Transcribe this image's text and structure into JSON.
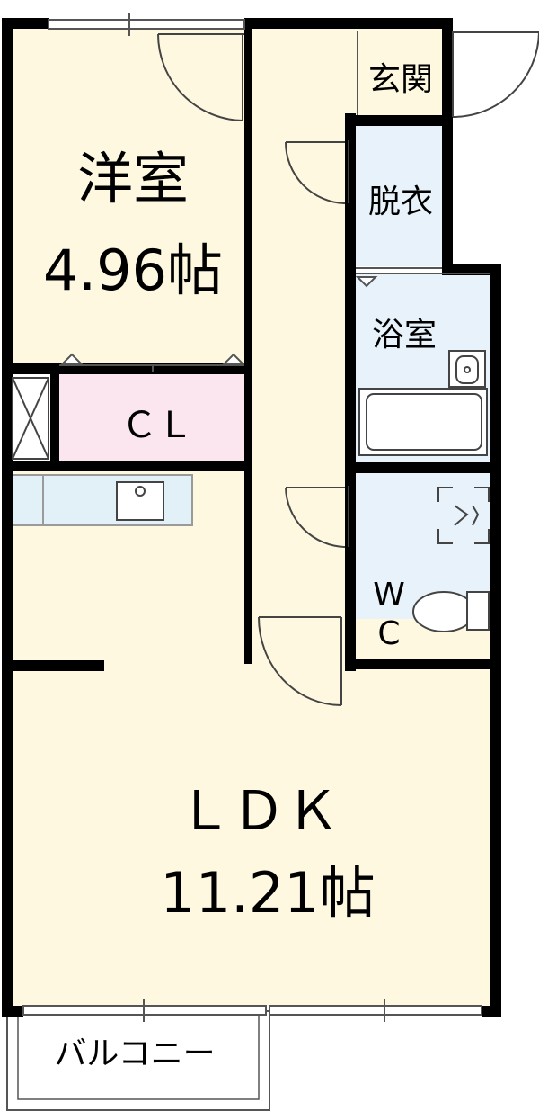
{
  "rooms": {
    "western_room": {
      "name": "洋室",
      "size": "4.96帖"
    },
    "entrance": {
      "name": "玄関"
    },
    "dressing": {
      "name": "脱衣"
    },
    "bathroom": {
      "name": "浴室"
    },
    "closet": {
      "name": "ＣＬ"
    },
    "toilet": {
      "line1": "W",
      "line2": "C"
    },
    "ldk": {
      "name": "ＬＤＫ",
      "size": "11.21帖"
    },
    "balcony": {
      "name": "バルコニー"
    }
  },
  "colors": {
    "wall": "#000000",
    "dry_room_fill": "#fdf8df",
    "wet_room_fill": "#e7f2fa",
    "closet_fill": "#fbe5ee",
    "kitchen_fill": "#e2f0f8",
    "balcony_fill": "#ffffff"
  },
  "icons": [
    "swing-door-icon",
    "sliding-window-icon",
    "sink-icon",
    "bathtub-icon",
    "washbasin-icon",
    "toilet-icon",
    "washer-space-icon"
  ]
}
